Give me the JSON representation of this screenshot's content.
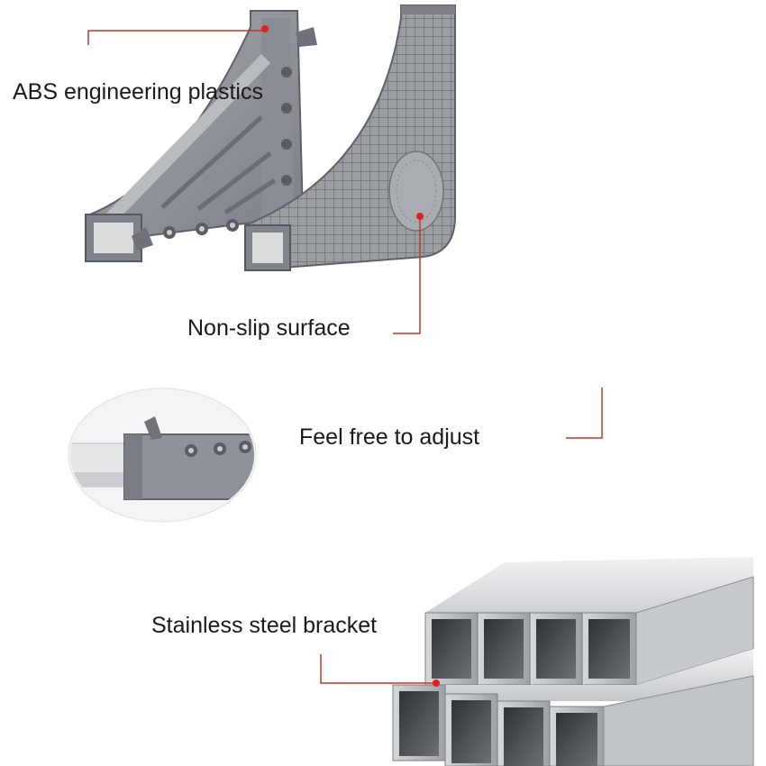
{
  "labels": {
    "abs": "ABS engineering plastics",
    "non_slip": "Non-slip surface",
    "adjust": "Feel free to adjust",
    "steel": "Stainless steel bracket"
  },
  "colors": {
    "plastic": "#8e9298",
    "plastic_dark": "#6a6e74",
    "plastic_light": "#b4b8bd",
    "steel_light": "#e6e8ea",
    "steel_mid": "#b9bdc1",
    "steel_dark": "#4a4e52",
    "accent_line": "#c0392b"
  }
}
